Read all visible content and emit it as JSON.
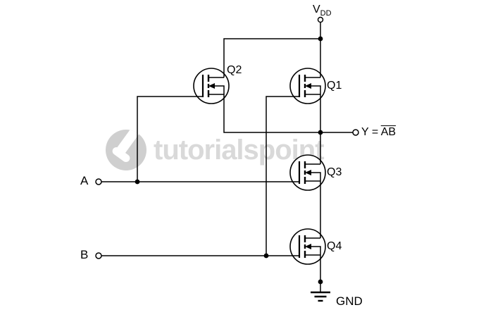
{
  "power": {
    "vdd_letter": "V",
    "vdd_subscript": "DD"
  },
  "inputs": {
    "a_label": "A",
    "b_label": "B"
  },
  "output": {
    "prefix": "Y = ",
    "overlined": "AB"
  },
  "ground_label": "GND",
  "transistors": {
    "q1": "Q1",
    "q2": "Q2",
    "q3": "Q3",
    "q4": "Q4"
  },
  "watermark": {
    "text": "tutorialspoint"
  },
  "colors": {
    "wire": "#000000",
    "watermark_text": "#d9d9d9",
    "watermark_logo": "#cfcfcf",
    "background": "#ffffff"
  }
}
